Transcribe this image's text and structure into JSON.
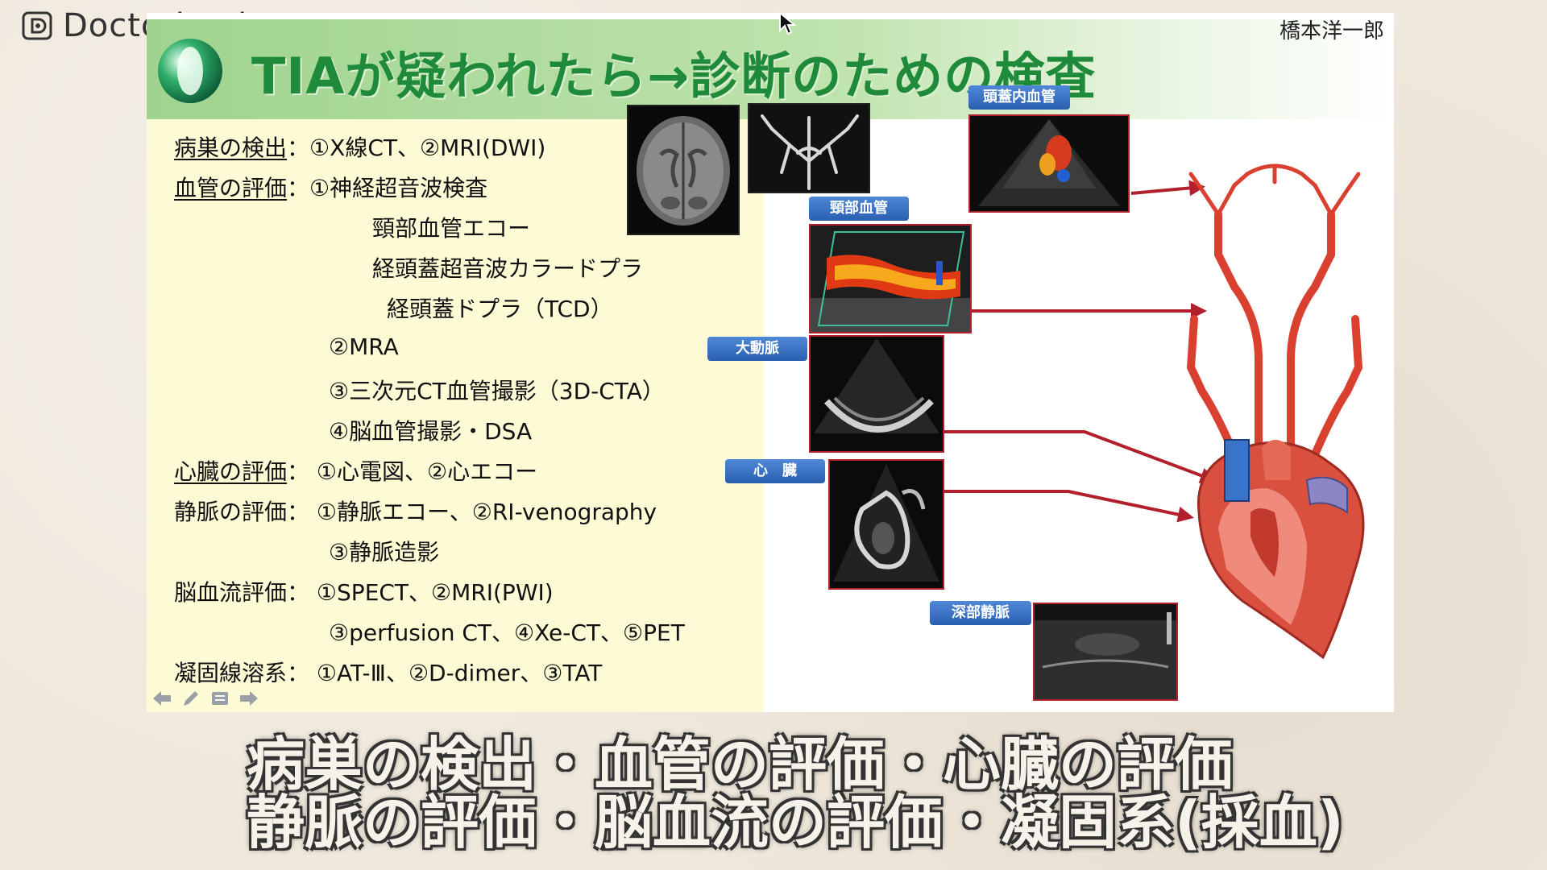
{
  "brand": {
    "name": "Doctorbook",
    "icon": "doctorbook-logo-icon"
  },
  "slide": {
    "title": "TIAが疑われたら→診断のための検査",
    "author": "橋本洋一郎",
    "lines": [
      {
        "label": "病巣の検出",
        "sep": "：",
        "text": "①X線CT、②MRI(DWI)"
      },
      {
        "label": "血管の評価",
        "sep": "：",
        "text": "①神経超音波検査"
      },
      {
        "label": "",
        "sep": "",
        "text": "頸部血管エコー"
      },
      {
        "label": "",
        "sep": "",
        "text": "経頭蓋超音波カラードプラ"
      },
      {
        "label": "",
        "sep": "",
        "text": "経頭蓋ドプラ（TCD）"
      },
      {
        "label": "",
        "sep": "",
        "text": "②MRA"
      },
      {
        "label": "",
        "sep": "",
        "text": "③三次元CT血管撮影（3D-CTA）"
      },
      {
        "label": "",
        "sep": "",
        "text": "④脳血管撮影・DSA"
      },
      {
        "label": "心臓の評価",
        "sep": "：",
        "text": " ①心電図、②心エコー"
      },
      {
        "label": "静脈の評価",
        "sep": "：",
        "text": " ①静脈エコー、②RI-venography"
      },
      {
        "label": "",
        "sep": "",
        "text": "③静脈造影"
      },
      {
        "label": "脳血流評価",
        "sep": "：",
        "text": " ①SPECT、②MRI(PWI)"
      },
      {
        "label": "",
        "sep": "",
        "text": "③perfusion CT、④Xe-CT、⑤PET"
      },
      {
        "label": "凝固線溶系",
        "sep": "：",
        "text": " ①AT-Ⅲ、②D-dimer、③TAT"
      }
    ],
    "tags": {
      "intracranial": "頭蓋内血管",
      "cervical": "頸部血管",
      "aorta": "大動脈",
      "heart": "心　臓",
      "deep_vein": "深部静脈"
    }
  },
  "captions": {
    "line1": "病巣の検出・血管の評価・心臓の評価",
    "line2": "静脈の評価・脳血流の評価・凝固系(採血)"
  },
  "colors": {
    "title_green": "#1f8a3a",
    "tag_blue": "#2a5fb0",
    "arrow_red": "#b21f2d"
  }
}
